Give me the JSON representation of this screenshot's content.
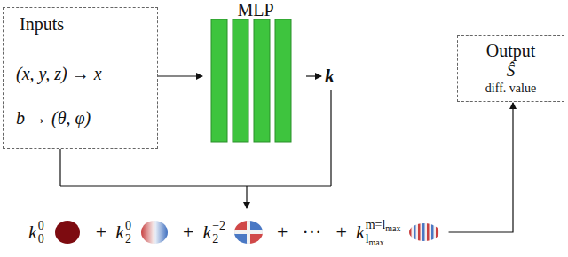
{
  "diagram": {
    "nodes": [
      {
        "text": [
          "Inputs",
          "(x, y, z) → x",
          "b → (θ, φ)"
        ]
      },
      {
        "text": [
          "MLP"
        ]
      },
      {
        "text": [
          "Output",
          "Ŝ",
          "diff. value"
        ]
      }
    ],
    "edges": [
      {
        "from": 0,
        "to": 1,
        "arrow": "to"
      }
    ],
    "labels": [
      "k",
      "k",
      "0",
      "0",
      "+",
      "k",
      "0",
      "2",
      "+",
      "k",
      "−2",
      "2",
      "+",
      "···",
      "+",
      "k",
      "m=l",
      "max",
      "l",
      "max"
    ]
  }
}
